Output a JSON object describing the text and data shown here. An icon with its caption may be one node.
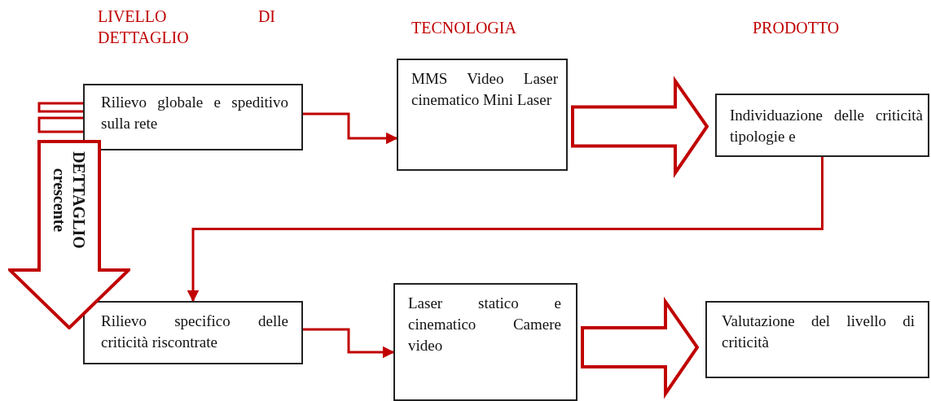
{
  "diagram": {
    "nodes": [
      {
        "text": [
          "Rilievo globale e speditivo sulla rete"
        ]
      },
      {
        "text": [
          "MMS Video Laser cinematico Mini Laser"
        ]
      },
      {
        "text": [
          "Individuazione delle criticità tipologie e"
        ]
      },
      {
        "text": [
          "Rilievo specifico delle criticità riscontrate"
        ]
      },
      {
        "text": [
          "Laser statico e cinematico Camere video"
        ]
      },
      {
        "text": [
          "Valutazione del livello di criticità"
        ]
      },
      {
        "text": [
          "DETTAGLIO crescente"
        ]
      }
    ],
    "edges": [
      {
        "from": 0,
        "to": 1,
        "arrow": "to"
      },
      {
        "from": 1,
        "to": 2,
        "arrow": "to",
        "style": "thick"
      },
      {
        "from": 2,
        "to": 3,
        "arrow": "to"
      },
      {
        "from": 3,
        "to": 4,
        "arrow": "to"
      },
      {
        "from": 4,
        "to": 5,
        "arrow": "to",
        "style": "thick"
      }
    ],
    "labels": [
      "LIVELLO DI DETTAGLIO",
      "TECNOLOGIA",
      "PRODOTTO"
    ]
  }
}
